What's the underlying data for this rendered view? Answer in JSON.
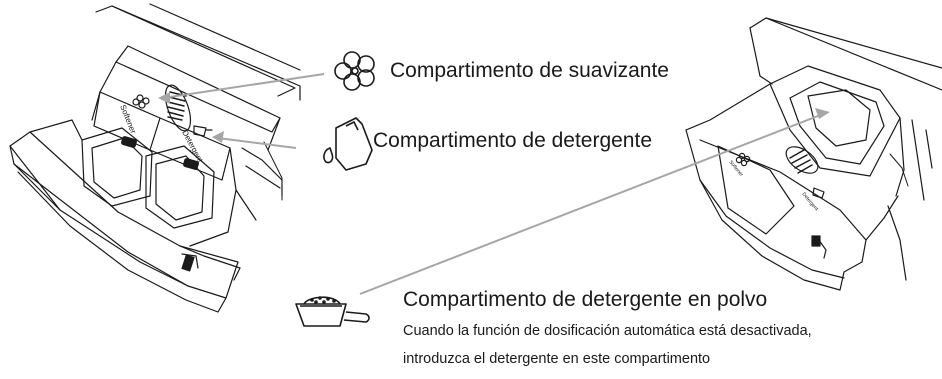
{
  "drawer_left": {
    "softener_marking": "Softener",
    "detergent_marking": "Detergent"
  },
  "drawer_right": {
    "softener_marking": "Softener",
    "detergent_marking": "Detergent"
  },
  "callouts": [
    {
      "icon": "flower-icon",
      "label": "Compartimento de suavizante"
    },
    {
      "icon": "detergent-bottle-icon",
      "label": "Compartimento de detergente"
    },
    {
      "icon": "powder-scoop-icon",
      "label": "Compartimento de detergente en polvo"
    }
  ],
  "powder_note": {
    "line1": "Cuando la función de dosificación automática está desactivada,",
    "line2": "introduzca el detergente en este compartimento"
  },
  "colors": {
    "line_art": "#1a1a1a",
    "leader_lines": "#a6a6a6",
    "text": "#1a1a1a"
  }
}
